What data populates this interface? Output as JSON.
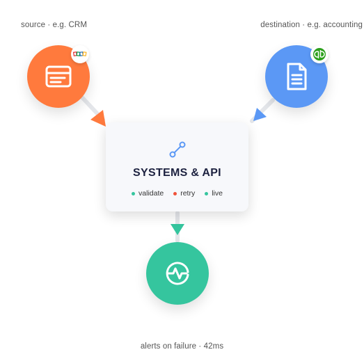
{
  "labels": {
    "source": "source · e.g. CRM",
    "destination": "destination · e.g. accounting",
    "alerts": "alerts on failure · 42ms"
  },
  "hub": {
    "title": "SYSTEMS & API",
    "icon": "link-icon",
    "statuses": [
      {
        "label": "validate",
        "color": "#35c59e"
      },
      {
        "label": "retry",
        "color": "#f0533a"
      },
      {
        "label": "live",
        "color": "#35c59e"
      }
    ]
  },
  "nodes": {
    "source": {
      "icon": "browser-window-icon",
      "badge": "zoho-logo-icon",
      "color": "#ff7a3d"
    },
    "destination": {
      "icon": "document-icon",
      "badge": "quickbooks-logo-icon",
      "color": "#5b98f5"
    },
    "alerts": {
      "icon": "pulse-icon",
      "color": "#35c59e"
    }
  },
  "colors": {
    "connector": "#e4e6ea",
    "arrow_source": "#ff7a3d",
    "arrow_destination": "#5b98f5",
    "arrow_alerts": "#35c59e",
    "quickbooks": "#2ca01c"
  }
}
